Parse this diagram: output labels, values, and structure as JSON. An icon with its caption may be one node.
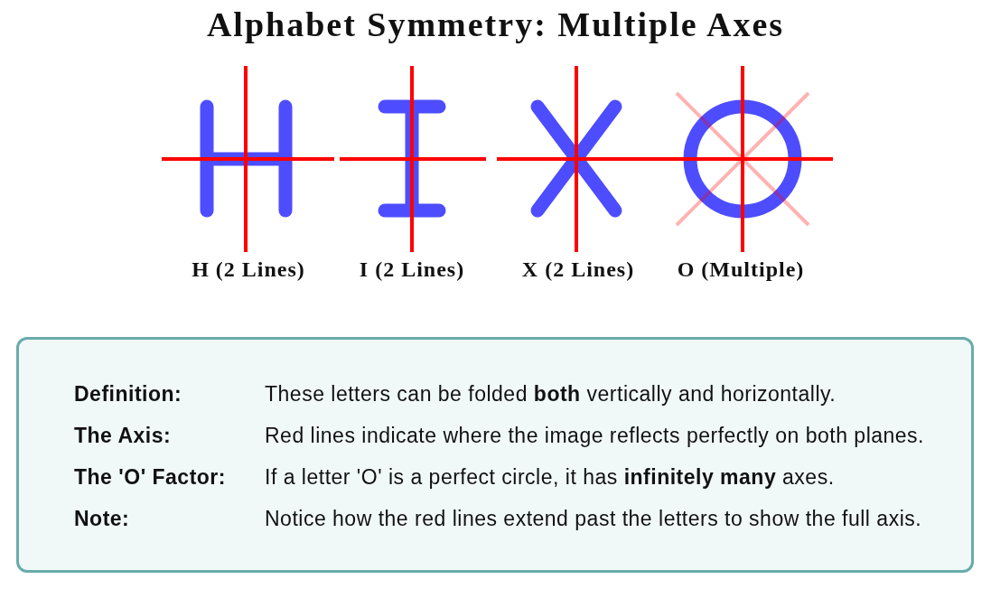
{
  "diagram": {
    "title": "Alphabet Symmetry: Multiple Axes",
    "nodes": [
      {
        "text": [
          "Definition:",
          "These letters can be folded **both** vertically and horizontally.",
          "The Axis:",
          "Red lines indicate where the image reflects perfectly on both planes.",
          "The 'O' Factor:",
          "If a letter 'O' is a perfect circle, it has **infinitely many** axes.",
          "Note:",
          "Notice how the red lines extend past the letters to show the full axis."
        ]
      }
    ],
    "labels": [
      "H (2 Lines)",
      "I (2 Lines)",
      "X (2 Lines)",
      "O (Multiple)"
    ]
  }
}
